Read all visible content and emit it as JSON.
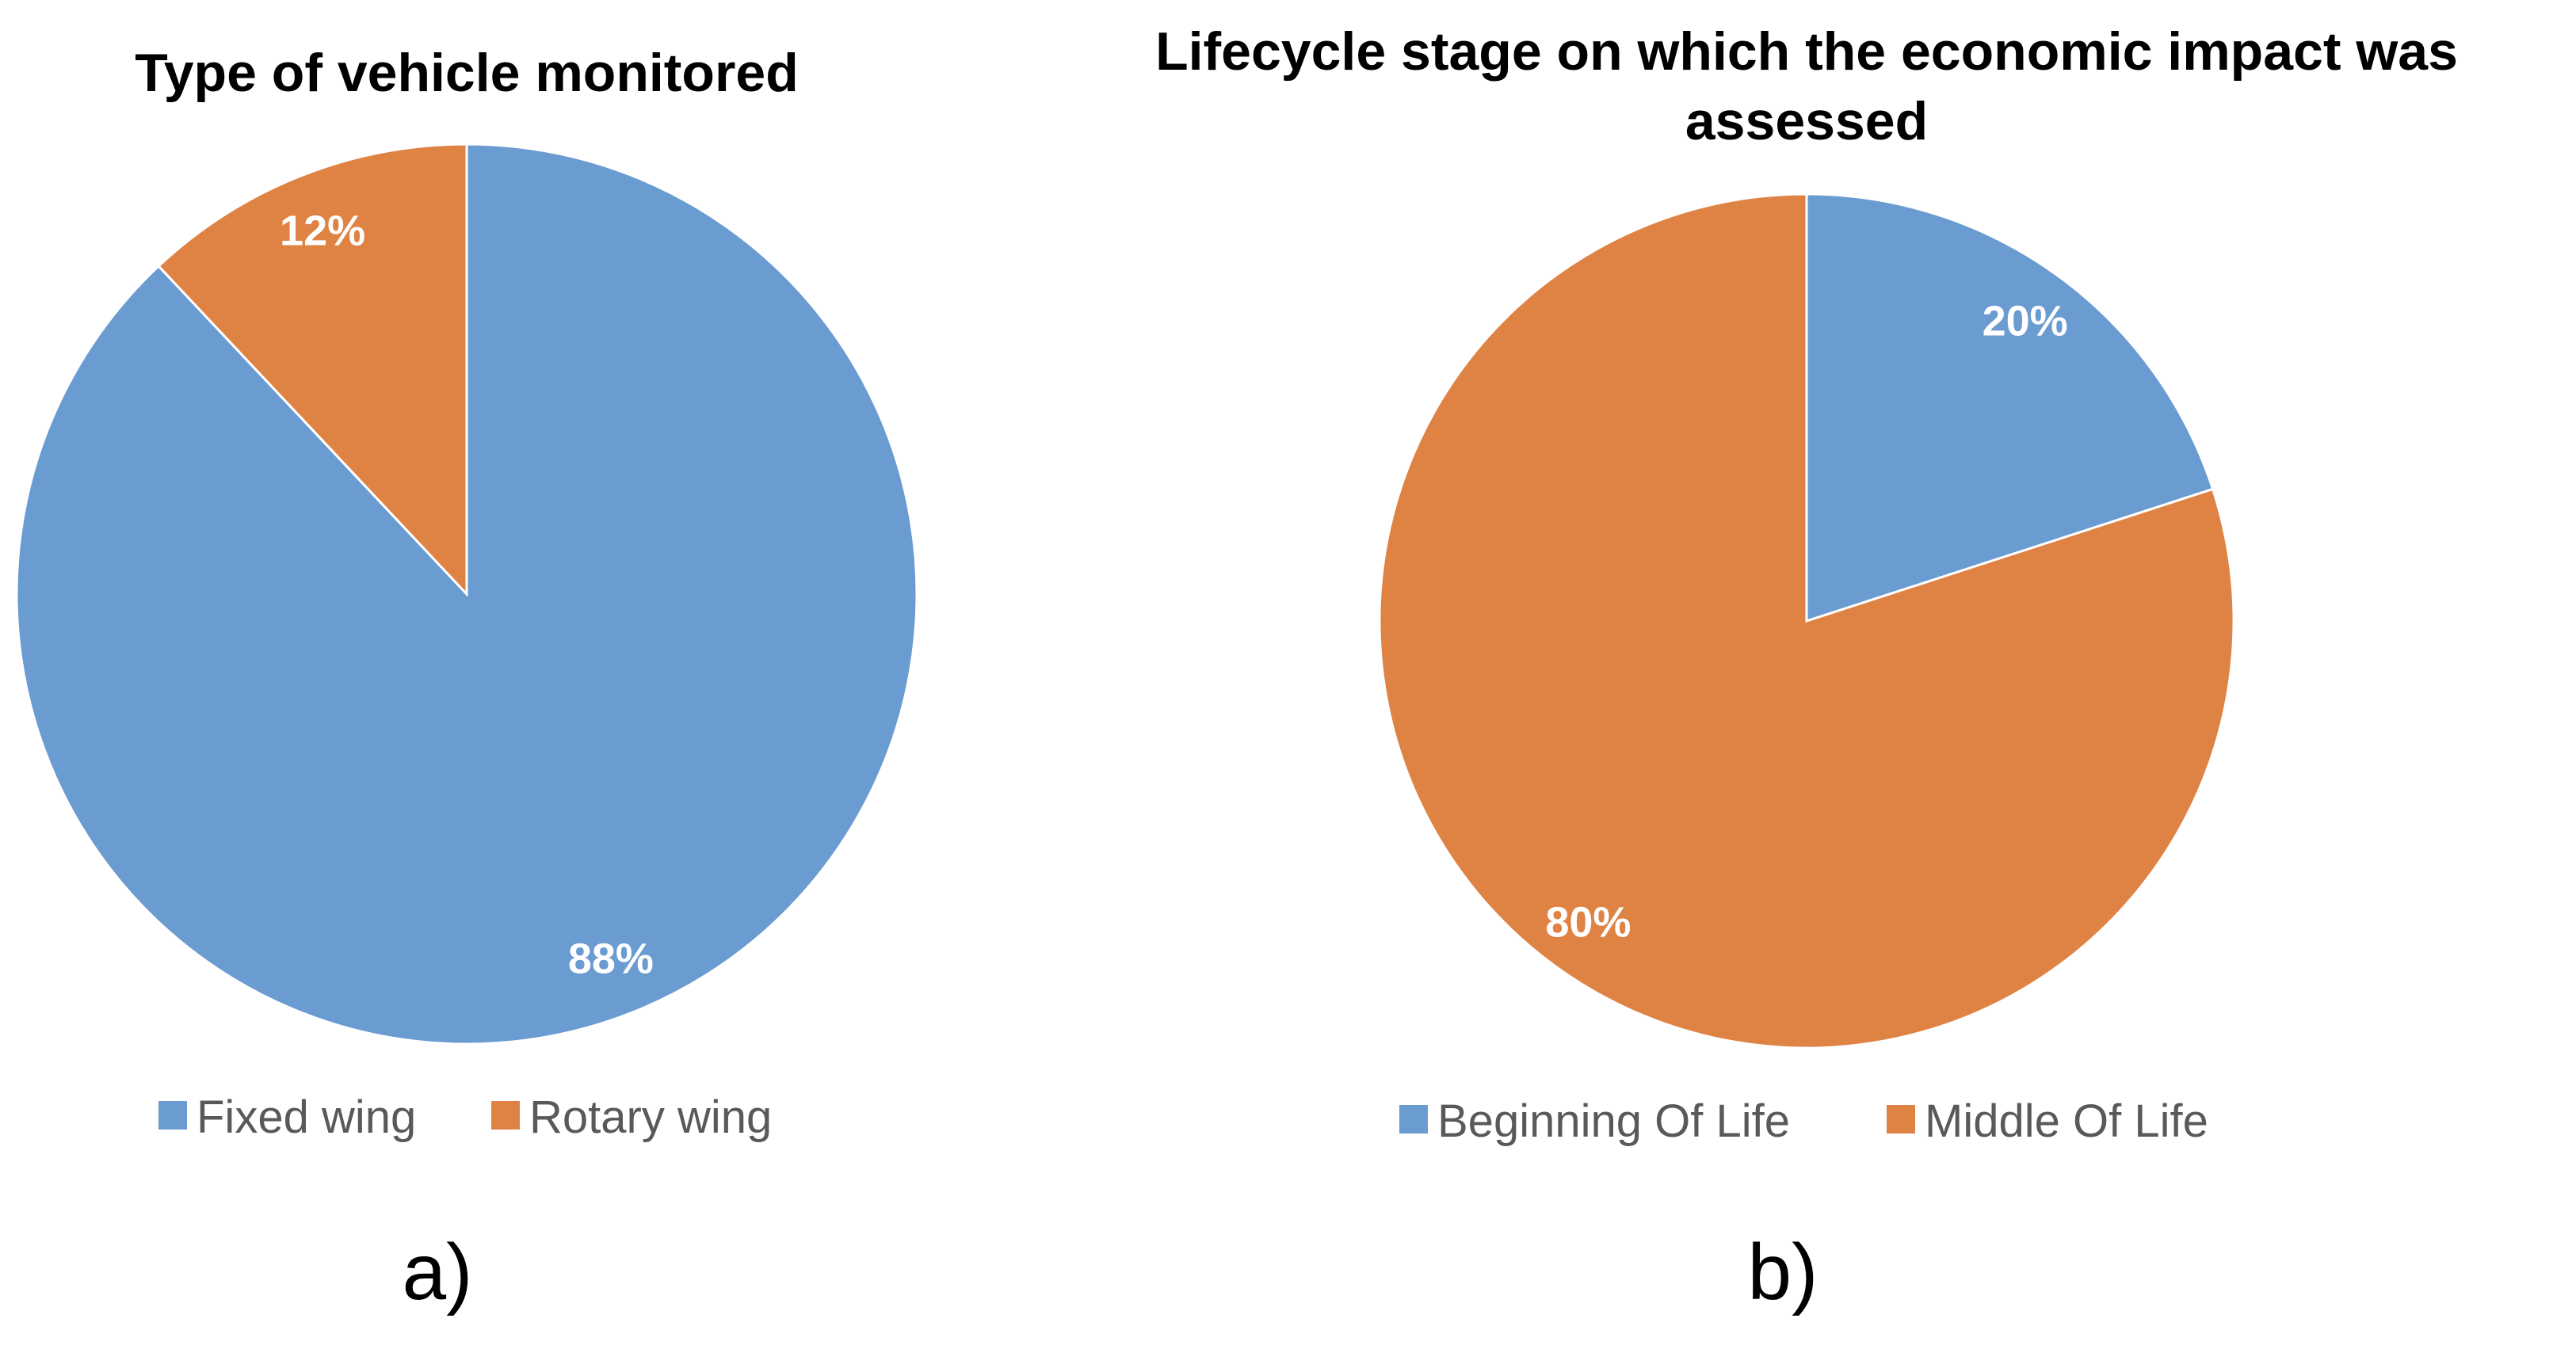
{
  "chart_data": [
    {
      "type": "pie",
      "title": "Type of vehicle monitored",
      "categories": [
        "Fixed wing",
        "Rotary wing"
      ],
      "values": [
        88,
        12
      ],
      "data_labels": [
        "88%",
        "12%"
      ],
      "colors": [
        "#6A9BD1",
        "#DF8344"
      ],
      "legend_position": "bottom",
      "panel_label": "a)"
    },
    {
      "type": "pie",
      "title_lines": [
        "Lifecycle stage on which the economic impact was",
        "assessed"
      ],
      "categories": [
        "Beginning Of Life",
        "Middle Of Life"
      ],
      "values": [
        20,
        80
      ],
      "data_labels": [
        "20%",
        "80%"
      ],
      "colors": [
        "#6A9BD1",
        "#DF8344"
      ],
      "legend_position": "bottom",
      "panel_label": "b)"
    }
  ]
}
